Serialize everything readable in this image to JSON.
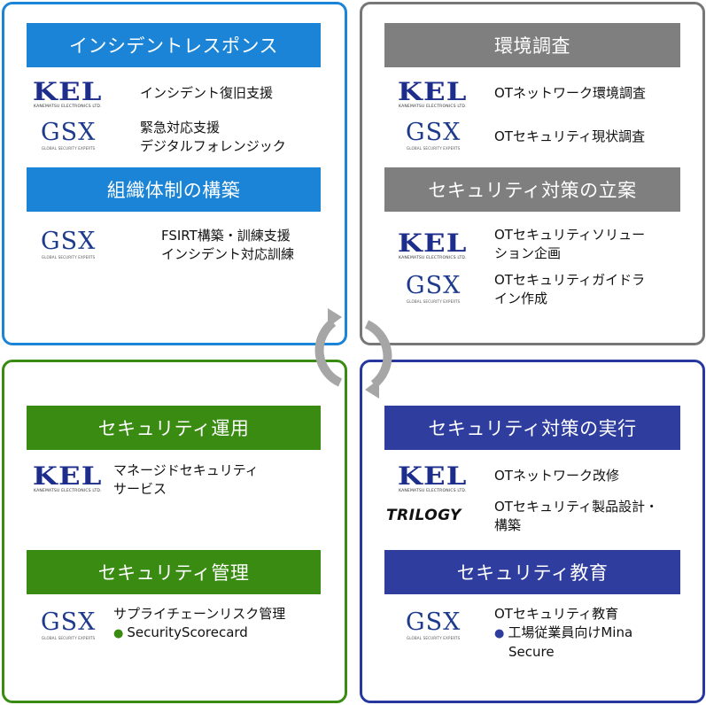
{
  "logos": {
    "kel": {
      "name": "KEL",
      "sub": "KANEMATSU ELECTRONICS LTD."
    },
    "gsx": {
      "name": "GSX",
      "sub": "GLOBAL SECURITY EXPERTS"
    },
    "trilogy": {
      "name": "TRILOGY"
    }
  },
  "quadrants": {
    "top_left": {
      "color": "#1b84d6",
      "header1": "インシデントレスポンス",
      "item1": "インシデント復旧支援",
      "item2_line1": "緊急対応支援",
      "item2_line2": "デジタルフォレンジック",
      "header2": "組織体制の構築",
      "item3_line1": "FSIRT構築・訓練支援",
      "item3_line2": "インシデント対応訓練"
    },
    "top_right": {
      "color": "#7f7f7f",
      "header1": "環境調査",
      "item1": "OTネットワーク環境調査",
      "item2": "OTセキュリティ現状調査",
      "header2": "セキュリティ対策の立案",
      "item3_line1": "OTセキュリティソリュー",
      "item3_line2": "ション企画",
      "item4_line1": "OTセキュリティガイドラ",
      "item4_line2": "イン作成"
    },
    "bottom_left": {
      "color": "#3a8b12",
      "header1": "セキュリティ運用",
      "item1_line1": "マネージドセキュリティ",
      "item1_line2": "サービス",
      "header2": "セキュリティ管理",
      "item2_line1": "サプライチェーンリスク管理",
      "item2_bullet": "SecurityScorecard"
    },
    "bottom_right": {
      "color": "#2f3d9f",
      "header1": "セキュリティ対策の実行",
      "item1": "OTネットワーク改修",
      "item2_line1": "OTセキュリティ製品設計・",
      "item2_line2": "構築",
      "header2": "セキュリティ教育",
      "item3_line1": "OTセキュリティ教育",
      "item3_bullet_line1": "工場従業員向けMina",
      "item3_bullet_line2": "Secure"
    }
  },
  "bullet_symbol": "●",
  "cycle_arrow_color": "#a6a6a6"
}
